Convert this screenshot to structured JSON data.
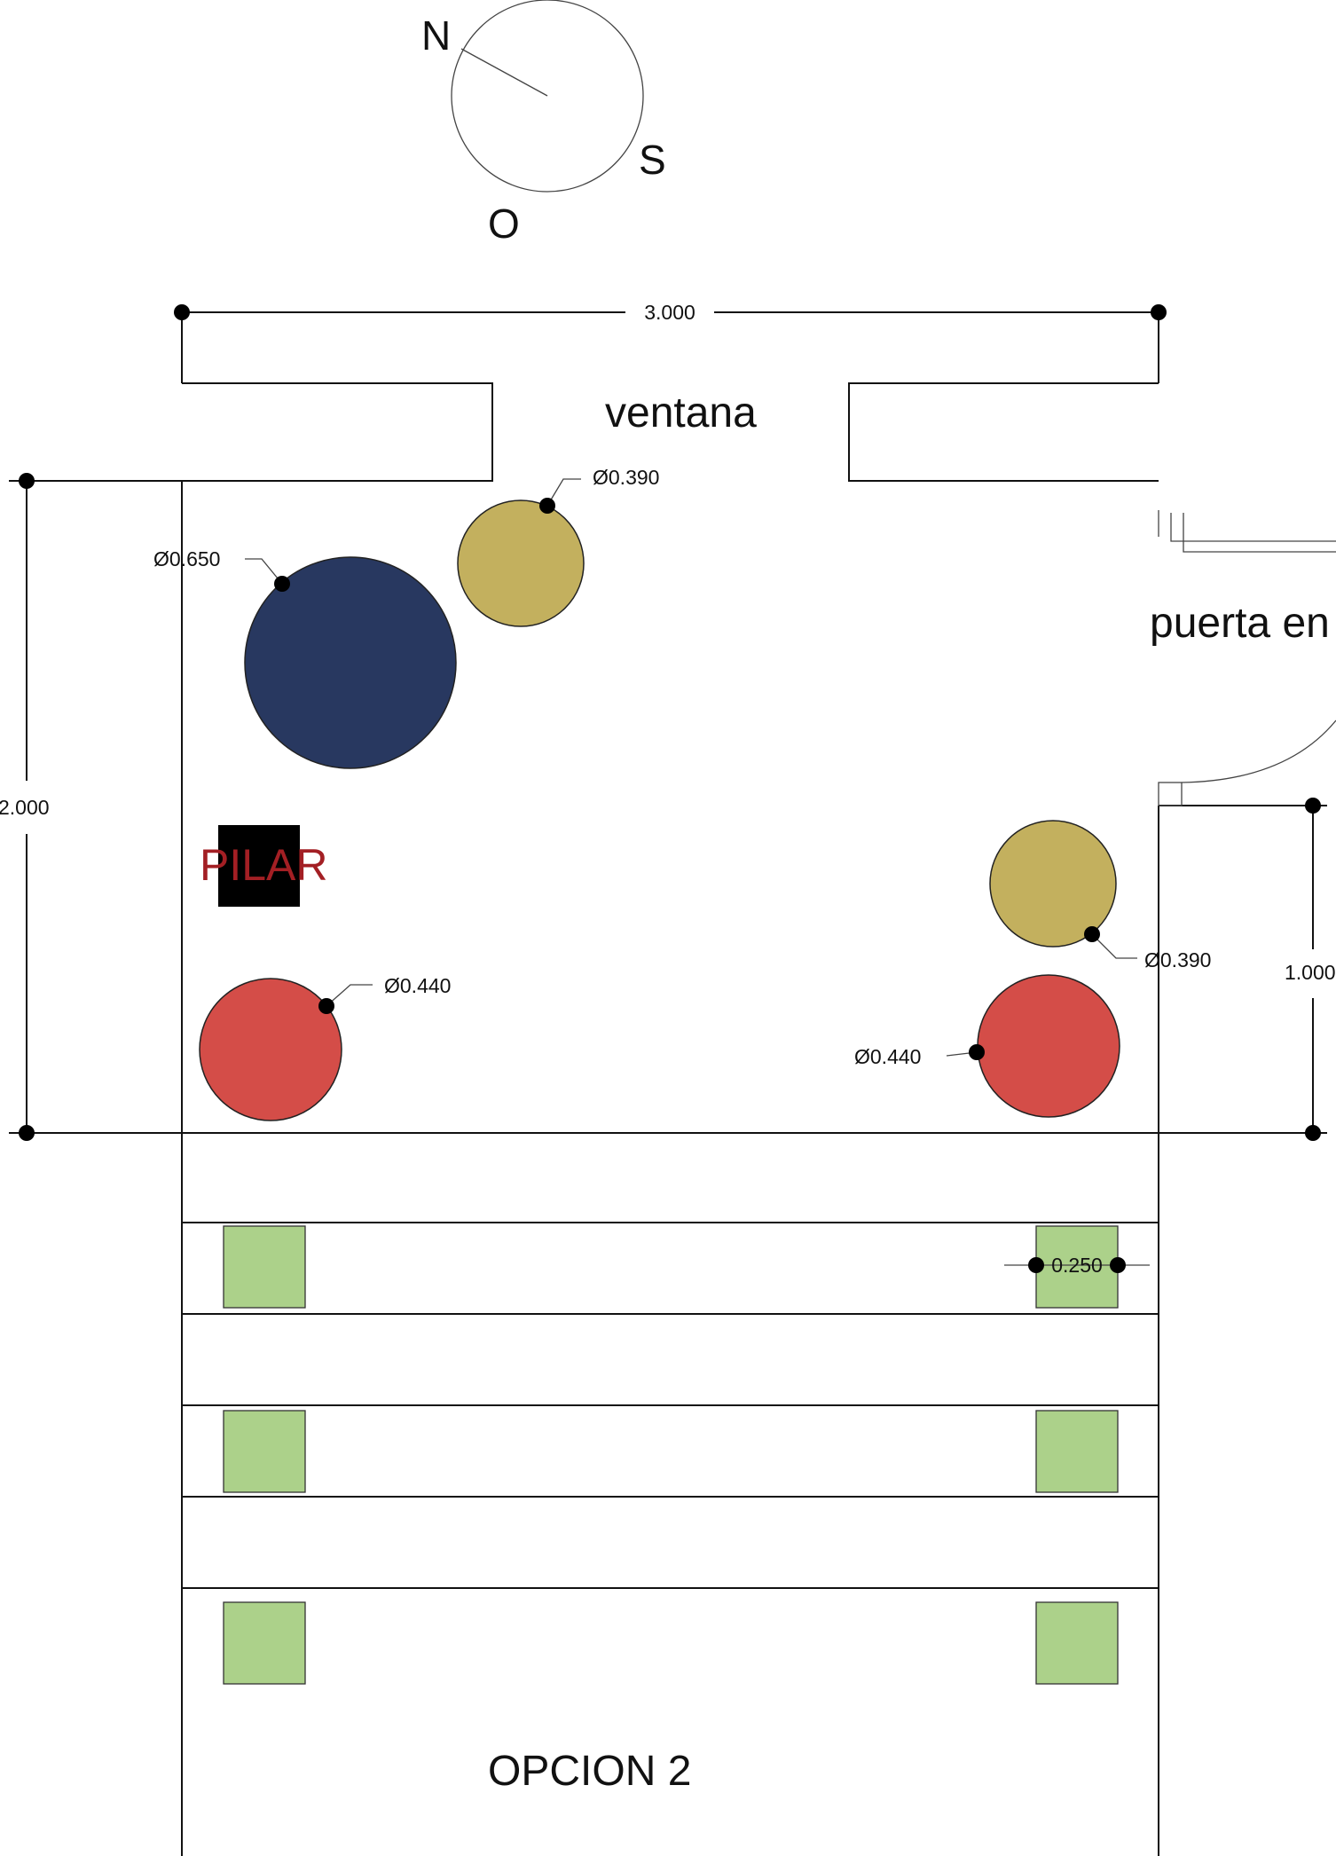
{
  "colors": {
    "line": "#111111",
    "table_large": "#283860",
    "table_medium": "#c3b05e",
    "table_red": "#d44d48",
    "planter": "#acd18a",
    "pilar_fill": "#000000",
    "pilar_text": "#a31f24"
  },
  "compass": {
    "n": "N",
    "s": "S",
    "o": "O"
  },
  "dimensions": {
    "width_top": "3.000",
    "height_left": "2.000",
    "height_right": "1.000",
    "planter_width": "0.250"
  },
  "labels": {
    "window": "ventana",
    "door": "puerta en",
    "pillar": "PILAR",
    "option": "OPCION 2"
  },
  "tables": {
    "blue": "Ø0.650",
    "gold_top": "Ø0.390",
    "gold_right": "Ø0.390",
    "red_left": "Ø0.440",
    "red_right": "Ø0.440"
  }
}
